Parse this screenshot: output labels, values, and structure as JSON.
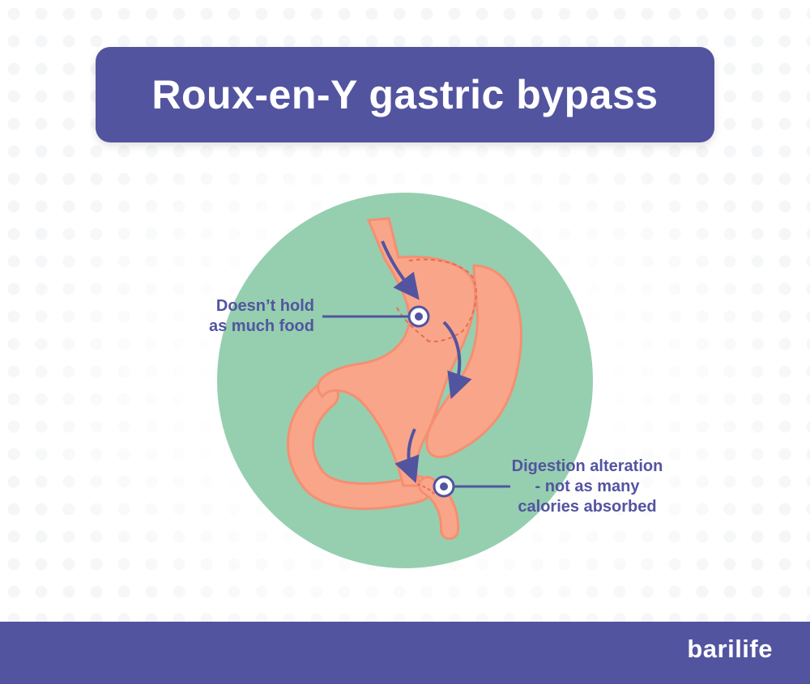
{
  "title": "Roux-en-Y gastric bypass",
  "labels": {
    "pouch": [
      "Doesn’t hold",
      "as much food"
    ],
    "intestine": [
      "Digestion alteration",
      "- not as many",
      "calories absorbed"
    ]
  },
  "brand": "barilife",
  "colors": {
    "banner": "#5354a0",
    "footer": "#5354a0",
    "circle": "#95cfaf",
    "stomach": "#f9a589",
    "stomach_outline": "#f58f72",
    "arrow": "#5354a0",
    "label_text": "#5354a0"
  },
  "icons": [
    "arrow-icon",
    "target-marker-icon",
    "logo-leaf-icon"
  ]
}
